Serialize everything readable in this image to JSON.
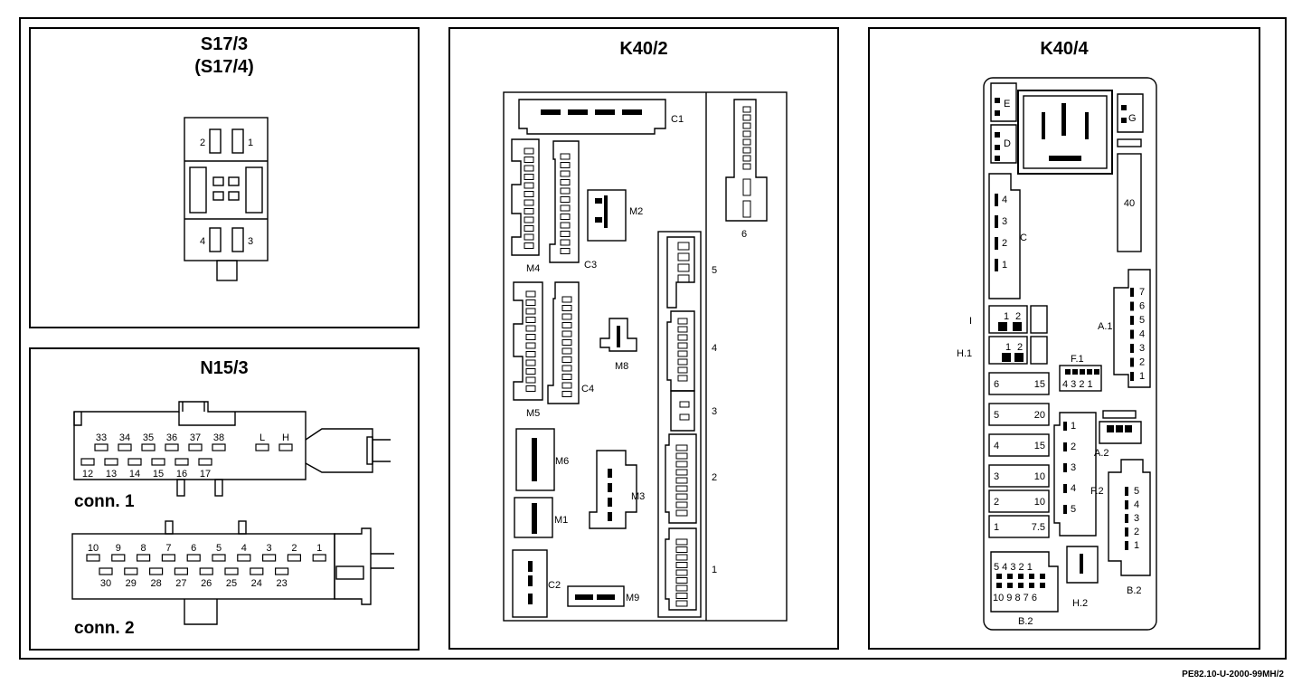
{
  "panels": {
    "s17": {
      "title_line1": "S17/3",
      "title_line2": "(S17/4)",
      "pins": [
        "2",
        "1",
        "4",
        "3"
      ]
    },
    "n15": {
      "title": "N15/3",
      "conn1_label": "conn. 1",
      "conn1_top": [
        "33",
        "34",
        "35",
        "36",
        "37",
        "38"
      ],
      "conn1_bottom": [
        "12",
        "13",
        "14",
        "15",
        "16",
        "17"
      ],
      "conn1_extra": [
        "L",
        "H"
      ],
      "conn2_label": "conn. 2",
      "conn2_top": [
        "10",
        "9",
        "8",
        "7",
        "6",
        "5",
        "4",
        "3",
        "2",
        "1"
      ],
      "conn2_bottom": [
        "30",
        "29",
        "28",
        "27",
        "26",
        "25",
        "24",
        "23"
      ]
    },
    "k402": {
      "title": "K40/2",
      "labels": {
        "c1": "C1",
        "m2": "M2",
        "m4": "M4",
        "c3": "C3",
        "m5": "M5",
        "c4": "C4",
        "m8": "M8",
        "m6": "M6",
        "m3": "M3",
        "m1": "M1",
        "c2": "C2",
        "m9": "M9"
      },
      "slots": [
        "5",
        "4",
        "3",
        "2",
        "1"
      ],
      "slot6": "6"
    },
    "k404": {
      "title": "K40/4",
      "labels": {
        "e": "E",
        "d": "D",
        "g": "G",
        "n40": "40",
        "c": "C",
        "i": "I",
        "h1": "H.1",
        "a1": "A.1",
        "f1": "F.1",
        "a2": "A.2",
        "f2": "F.2",
        "h2": "H.2",
        "b2a": "B.2",
        "b2b": "B.2"
      },
      "c_pins": [
        "4",
        "3",
        "2",
        "1"
      ],
      "i_pins": [
        "1",
        "2"
      ],
      "h1_pins": [
        "1",
        "2"
      ],
      "a1_pins": [
        "7",
        "6",
        "5",
        "4",
        "3",
        "2",
        "1"
      ],
      "f1_pins": "4 3 2 1",
      "f2_pins": [
        "1",
        "2",
        "3",
        "4",
        "5"
      ],
      "b2_right_pins": [
        "5",
        "4",
        "3",
        "2",
        "1"
      ],
      "b2_top_pins": "5 4 3 2 1",
      "b2_bottom_pins": "10 9 8 7 6",
      "fuses": [
        {
          "num": "6",
          "amp": "15"
        },
        {
          "num": "5",
          "amp": "20"
        },
        {
          "num": "4",
          "amp": "15"
        },
        {
          "num": "3",
          "amp": "10"
        },
        {
          "num": "2",
          "amp": "10"
        },
        {
          "num": "1",
          "amp": "7.5"
        }
      ]
    }
  },
  "footer_ref": "PE82.10-U-2000-99MH/2"
}
